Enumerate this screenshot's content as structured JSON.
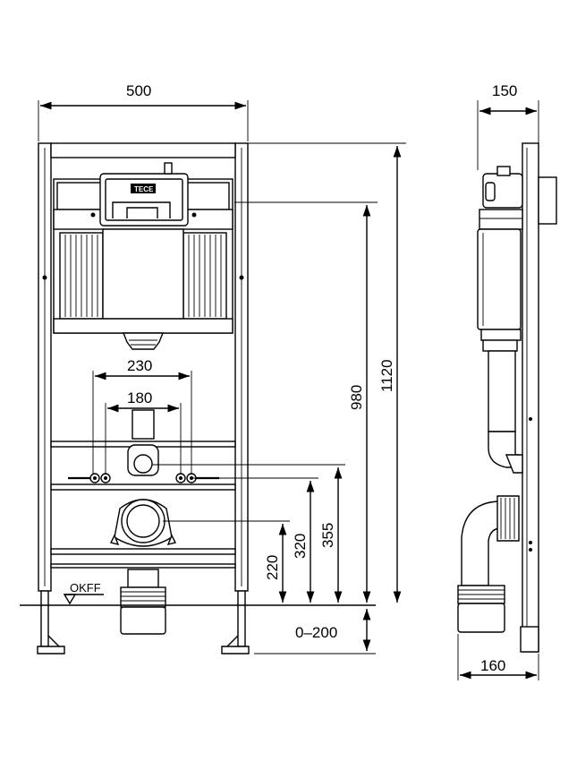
{
  "labels": {
    "width_500": "500",
    "depth_150": "150",
    "spacing_230": "230",
    "spacing_180": "180",
    "height_980": "980",
    "height_1120": "1120",
    "height_355": "355",
    "height_320": "320",
    "height_220": "220",
    "range_0_200": "0–200",
    "depth_160": "160",
    "floor_ref": "OKFF",
    "brand_logo": "TECE"
  }
}
